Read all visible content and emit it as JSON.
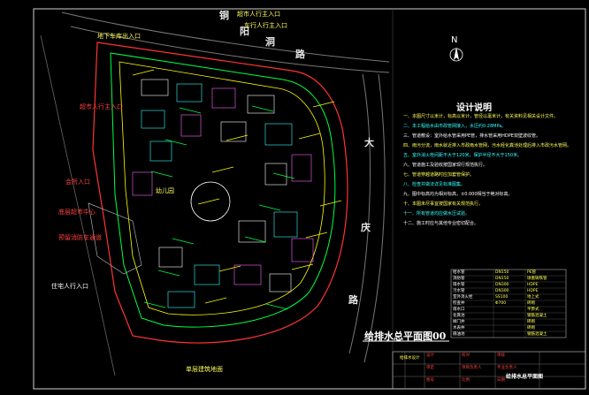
{
  "colors": {
    "background": "#000000",
    "site_boundary": "#ff3333",
    "water_main": "#00ff44",
    "drain_main": "#ffff00",
    "building_outline": "#ffffff",
    "labels_red": "#ff4040",
    "labels_yellow": "#ffff55",
    "labels_cyan": "#33ffff",
    "grid": "#3a3a3a"
  },
  "drawing_title": "给排水总平面图00",
  "north_arrow": "N",
  "roads": [
    "铜",
    "阳",
    "洞",
    "路",
    "大",
    "庆",
    "路"
  ],
  "entrances": [
    "超市人行主入口",
    "车行人行主入口",
    "地下车库出入口",
    "超市人行主入口",
    "会所入口",
    "底层超市中心",
    "预留消防车通道",
    "住宅人行入口",
    "幼儿园",
    "单层建筑地面"
  ],
  "design_notes": {
    "title": "设计说明",
    "lines": [
      "一、本图尺寸以米计，标高以米计，管径以毫米计，有关资料见相关设计文件。",
      "二、本工程给水由市政管网接入，水压约0.28MPa。",
      "三、管道敷设：室外给水管采用PE管，排水管采用HDPE双壁波纹管。",
      "四、雨污分流，雨水就近排入市政雨水管网，污水经化粪池处理后排入市政污水管网。",
      "五、室外消火栓间距不大于120米，保护半径不大于150米。",
      "六、管道施工及验收按国家现行规范执行。",
      "七、管道穿越道路时应加套管保护。",
      "八、检查井做法详见标准图集。",
      "九、图中标高均为相对标高，±0.000相当于绝对标高。",
      "十、本图未尽事宜按国家有关规范执行。",
      "十一、所有管道均应做水压试验。",
      "十二、施工时应与其他专业密切配合。"
    ]
  },
  "legend": {
    "rows": [
      [
        "给水管",
        "DN150",
        "PE管"
      ],
      [
        "消防管",
        "DN150",
        "球墨铸铁管"
      ],
      [
        "雨水管",
        "DN300",
        "HDPE"
      ],
      [
        "污水管",
        "DN300",
        "HDPE"
      ],
      [
        "室外消火栓",
        "SS100",
        "地上式"
      ],
      [
        "检查井",
        "Φ700",
        "砖砌"
      ],
      [
        "雨水口",
        "",
        "平箅式"
      ],
      [
        "化粪池",
        "",
        "钢筋混凝土"
      ],
      [
        "阀门井",
        "",
        "砖砌"
      ],
      [
        "水表井",
        "",
        "砖砌"
      ],
      [
        "隔油池",
        "",
        "钢筋混凝土"
      ]
    ]
  },
  "title_block": {
    "company": "给排水设计",
    "sheet_name": "给排水总平面图",
    "cells": [
      "设计",
      "校对",
      "审核",
      "审定",
      "项目负责人",
      "专业负责人",
      "图号",
      "比例",
      "日期"
    ]
  }
}
